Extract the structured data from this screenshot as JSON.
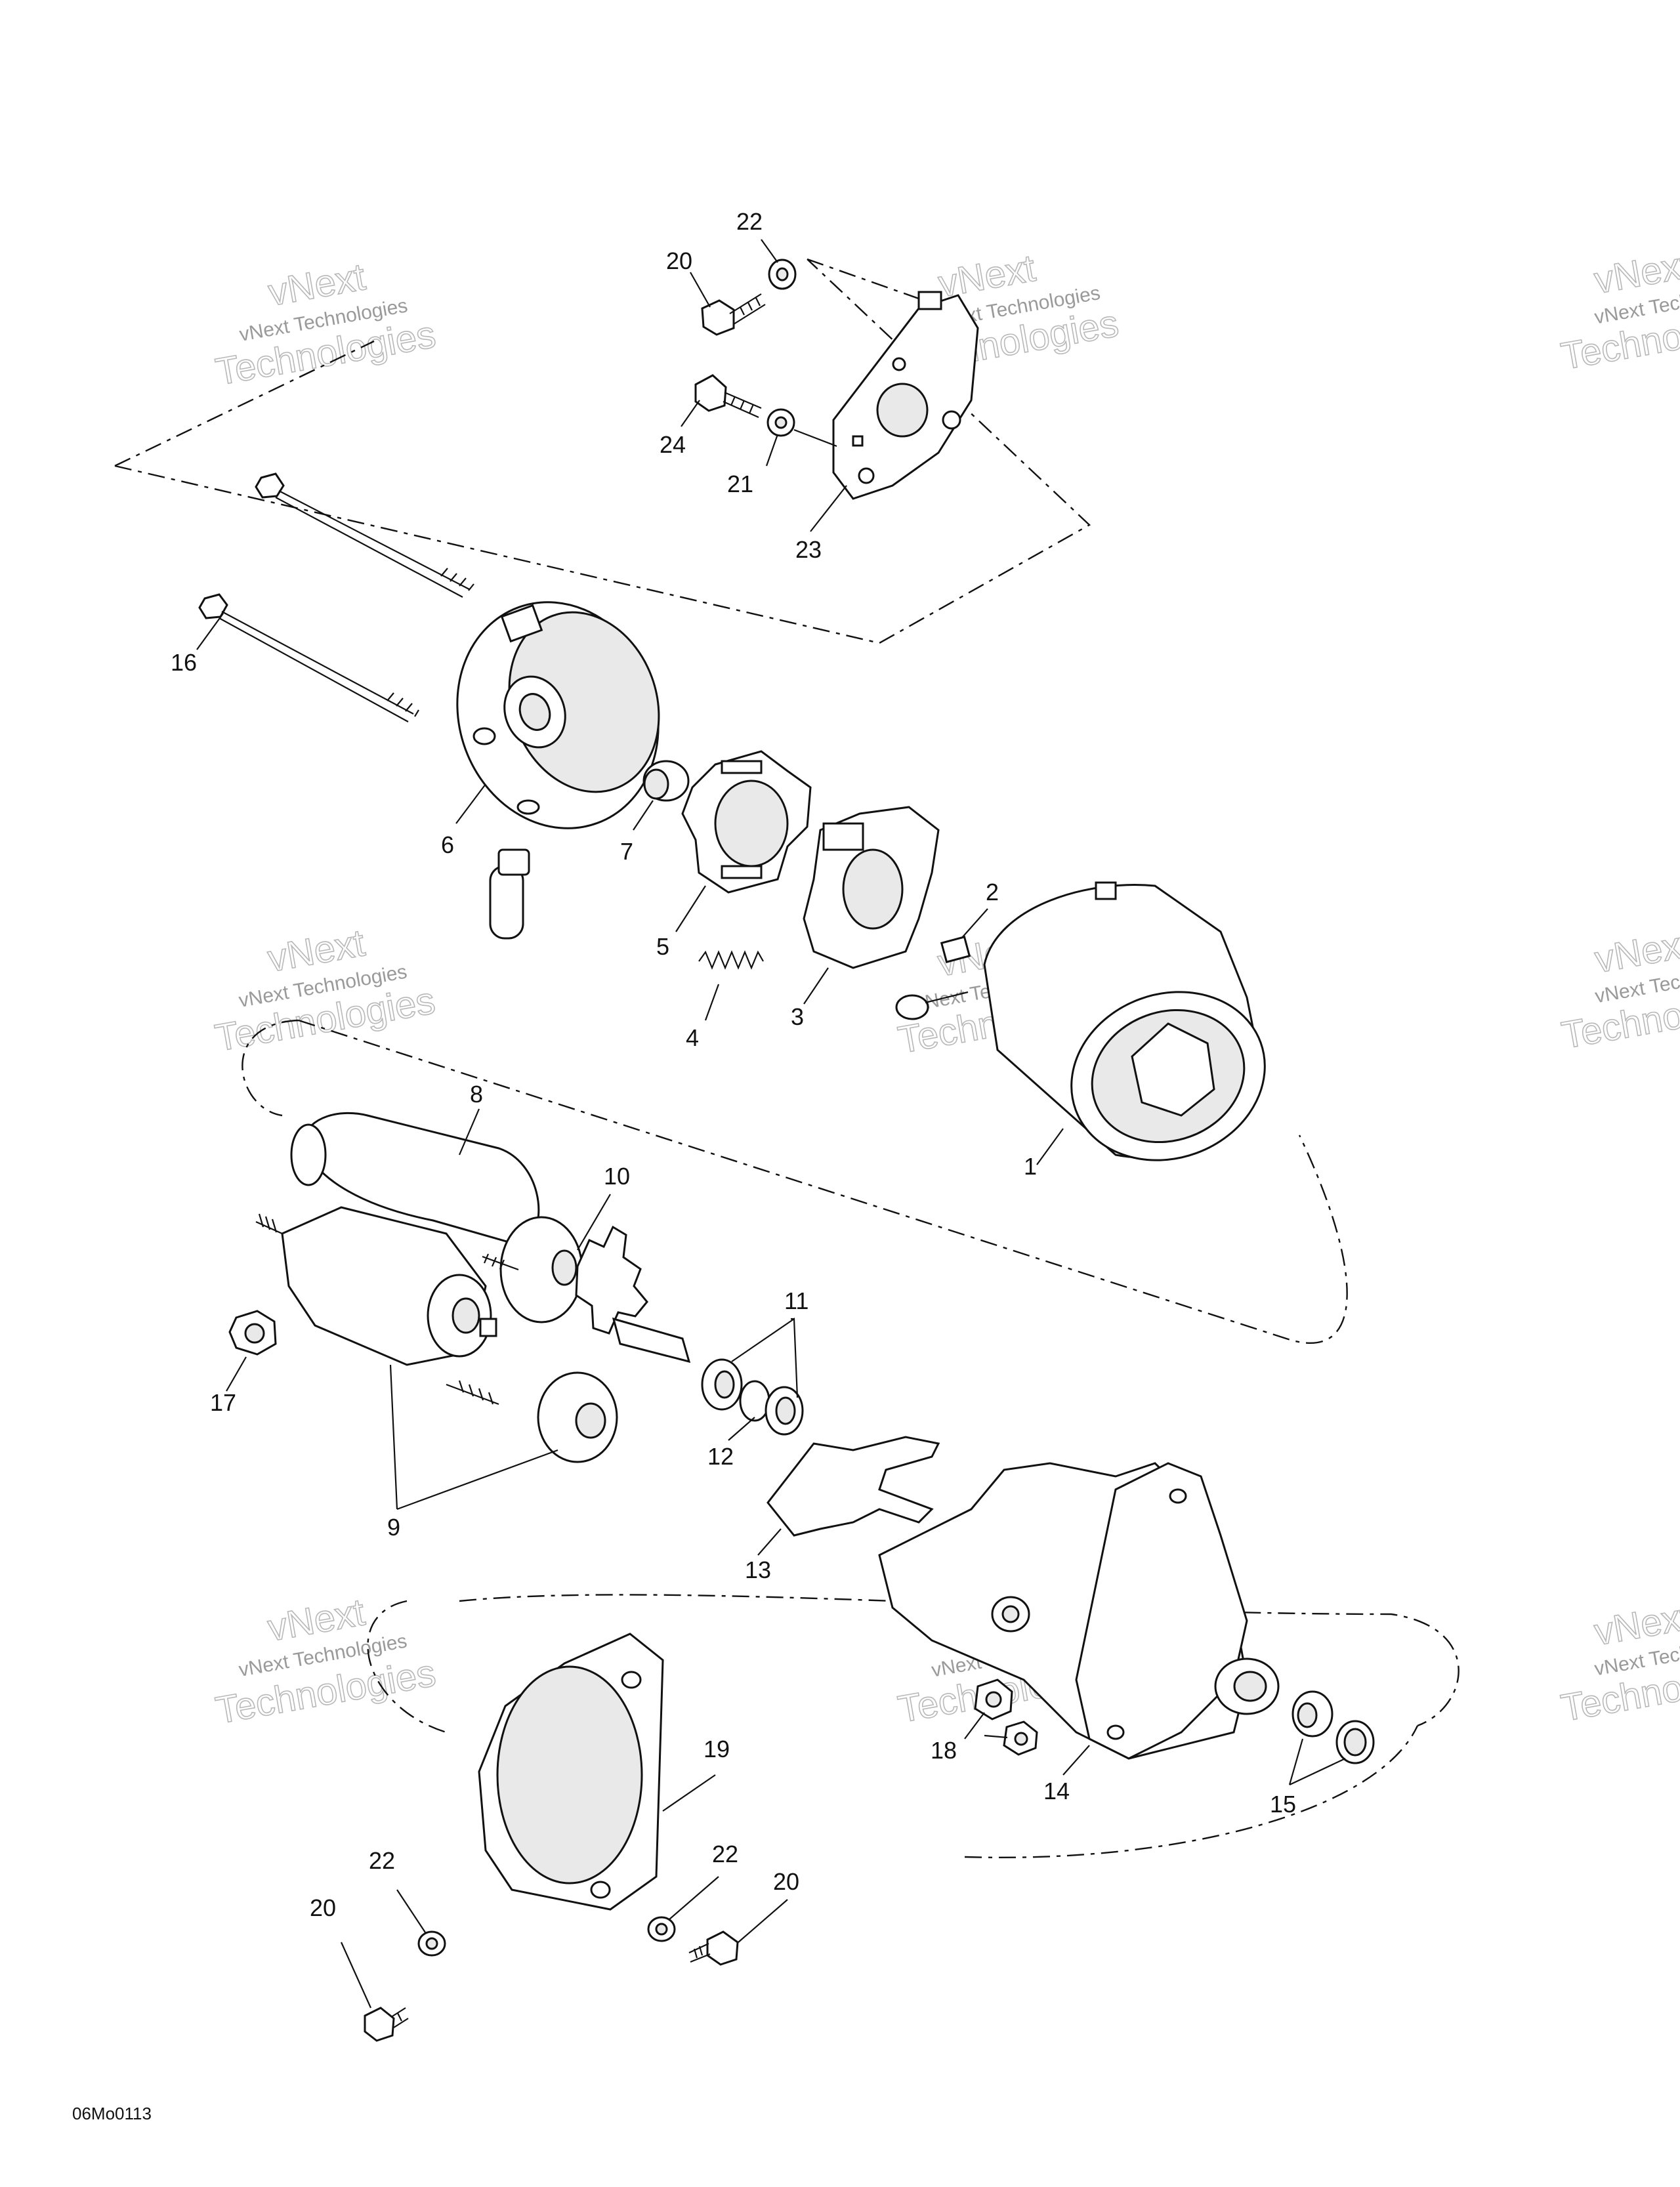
{
  "diagram": {
    "reference_code": "06Mo0113",
    "watermark": {
      "brand": "vNext",
      "line": "vNext Technologies",
      "big": "Technologies"
    },
    "callouts": [
      "1",
      "2",
      "3",
      "4",
      "5",
      "6",
      "7",
      "8",
      "9",
      "10",
      "11",
      "12",
      "13",
      "14",
      "15",
      "16",
      "17",
      "18",
      "19",
      "20",
      "21",
      "22",
      "23",
      "24"
    ],
    "callouts_repeated": {
      "20": [
        "20",
        "20",
        "20"
      ],
      "22": [
        "22",
        "22",
        "22"
      ]
    }
  }
}
